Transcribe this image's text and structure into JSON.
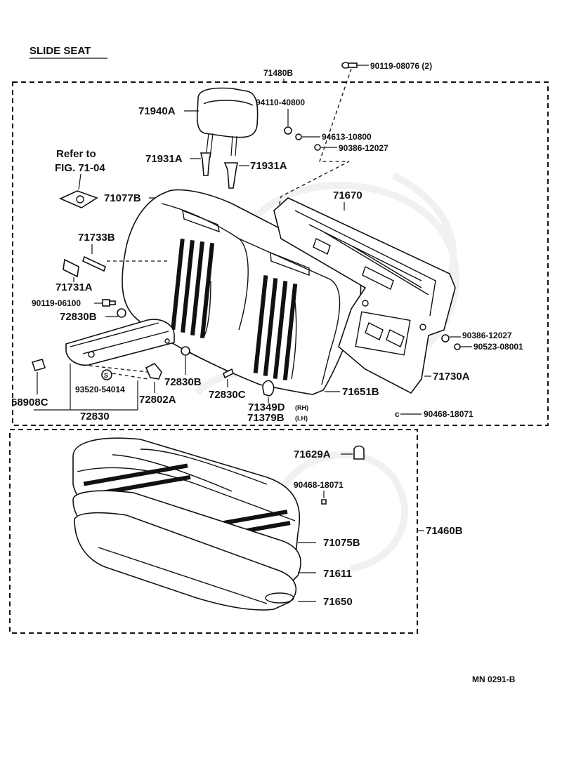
{
  "title": "SLIDE SEAT",
  "refer_note": [
    "Refer to",
    "FIG. 71-04"
  ],
  "footer_code": "MN  0291-B",
  "group_labels": {
    "seatback_assy": "71480B",
    "cushion_assy": "71460B",
    "armrest_assy": "72830"
  },
  "part_labels": {
    "p_90119_08076": "90119-08076 (2)",
    "p_71940A": "71940A",
    "p_94110_40800": "94110-40800",
    "p_94613_10800": "94613-10800",
    "p_90386_12027_top": "90386-12027",
    "p_71931A_left": "71931A",
    "p_71931A_right": "71931A",
    "p_71077B": "71077B",
    "p_71670": "71670",
    "p_71733B": "71733B",
    "p_71731A": "71731A",
    "p_90119_06100": "90119-06100",
    "p_72830B_left": "72830B",
    "p_72830B_mid": "72830B",
    "p_72830C": "72830C",
    "p_90386_12027_right": "90386-12027",
    "p_90523_08001": "90523-08001",
    "p_71730A": "71730A",
    "p_71651B": "71651B",
    "p_71349D": "71349D",
    "p_71349D_side": "(RH)",
    "p_71379B": "71379B",
    "p_71379B_side": "(LH)",
    "p_90468_18071_top": "90468-18071",
    "p_58908C": "58908C",
    "p_93520_54014": "93520-54014",
    "p_72802A": "72802A",
    "p_71629A": "71629A",
    "p_90468_18071_bottom": "90468-18071",
    "p_71075B": "71075B",
    "p_71611": "71611",
    "p_71650": "71650"
  }
}
